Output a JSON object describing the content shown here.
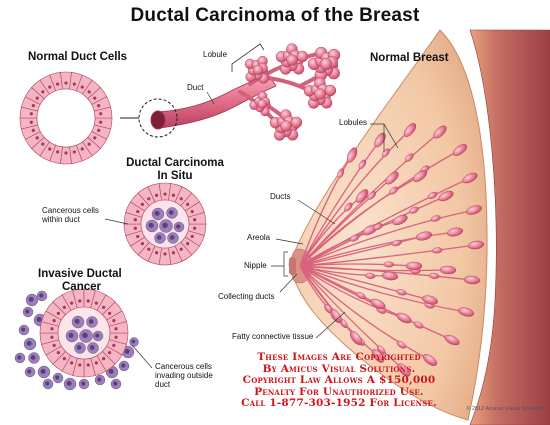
{
  "title": "Ductal Carcinoma of the Breast",
  "labels": {
    "normal_duct_cells": "Normal Duct Cells",
    "lobule": "Lobule",
    "duct": "Duct",
    "normal_breast": "Normal Breast",
    "dcis_line1": "Ductal Carcinoma",
    "dcis_line2": "In Situ",
    "cancerous_within_line1": "Cancerous cells",
    "cancerous_within_line2": "within duct",
    "invasive_line1": "Invasive Ductal",
    "invasive_line2": "Cancer",
    "cancerous_invading_line1": "Cancerous cells",
    "cancerous_invading_line2": "invading outside",
    "cancerous_invading_line3": "duct",
    "lobules": "Lobules",
    "ducts": "Ducts",
    "areola": "Areola",
    "nipple": "Nipple",
    "collecting_ducts": "Collecting ducts",
    "fatty_tissue": "Fatty connective tissue"
  },
  "copyright_notice": {
    "line1": "These Images Are Copyrighted",
    "line2": "By Amicus Visual Solutions.",
    "line3": "Copyright Law Allows A $150,000",
    "line4": "Penalty For Unauthorized Use.",
    "line5": "Call 1-877-303-1952 For License."
  },
  "credit": "© 2012 Amicus Visual Solutions",
  "colors": {
    "cell_fill": "#f4b6c4",
    "cell_stroke": "#b3455f",
    "nucleus": "#a8385a",
    "cancer_cell": "#9b7fb6",
    "cancer_nucleus": "#5a3f80",
    "lobule_pink": "#e8768f",
    "skin": "#f2c7a4",
    "muscle": "#c56d63",
    "warning_text": "#d0141a"
  }
}
